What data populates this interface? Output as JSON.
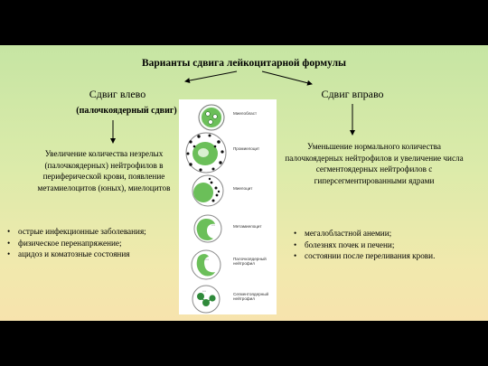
{
  "title": "Варианты сдвига лейкоцитарной формулы",
  "left": {
    "heading": "Сдвиг влево",
    "subheading": "(палочкоядерный сдвиг)",
    "description": "Увеличение количества незрелых (палочкоядерных) нейтрофилов в периферической крови, появление метамиелоцитов (юных), миелоцитов",
    "bullets": [
      "острые инфекционные заболевания;",
      "физическое перенапряжение;",
      "ацидоз и коматозные состояния"
    ]
  },
  "right": {
    "heading": "Сдвиг вправо",
    "description": "Уменьшение нормального количества палочкоядерных нейтрофилов и увеличение числа сегментоядерных нейтрофилов с гиперсегментированными ядрами",
    "bullets": [
      "мегалобластной анемии;",
      "болезнях почек и печени;",
      "состоянии после переливания крови."
    ]
  },
  "cells": {
    "labels": [
      "Миелобласт",
      "Промиелоцит",
      "Миелоцит",
      "Метамиелоцит",
      "Палочкоядерный нейтрофил",
      "Сегментоядерный нейтрофил"
    ]
  },
  "colors": {
    "background_top": "#c6e5a3",
    "background_bottom": "#f7e3ad",
    "nucleus_green": "#6bbf59",
    "nucleus_dark": "#2f8a3a"
  }
}
